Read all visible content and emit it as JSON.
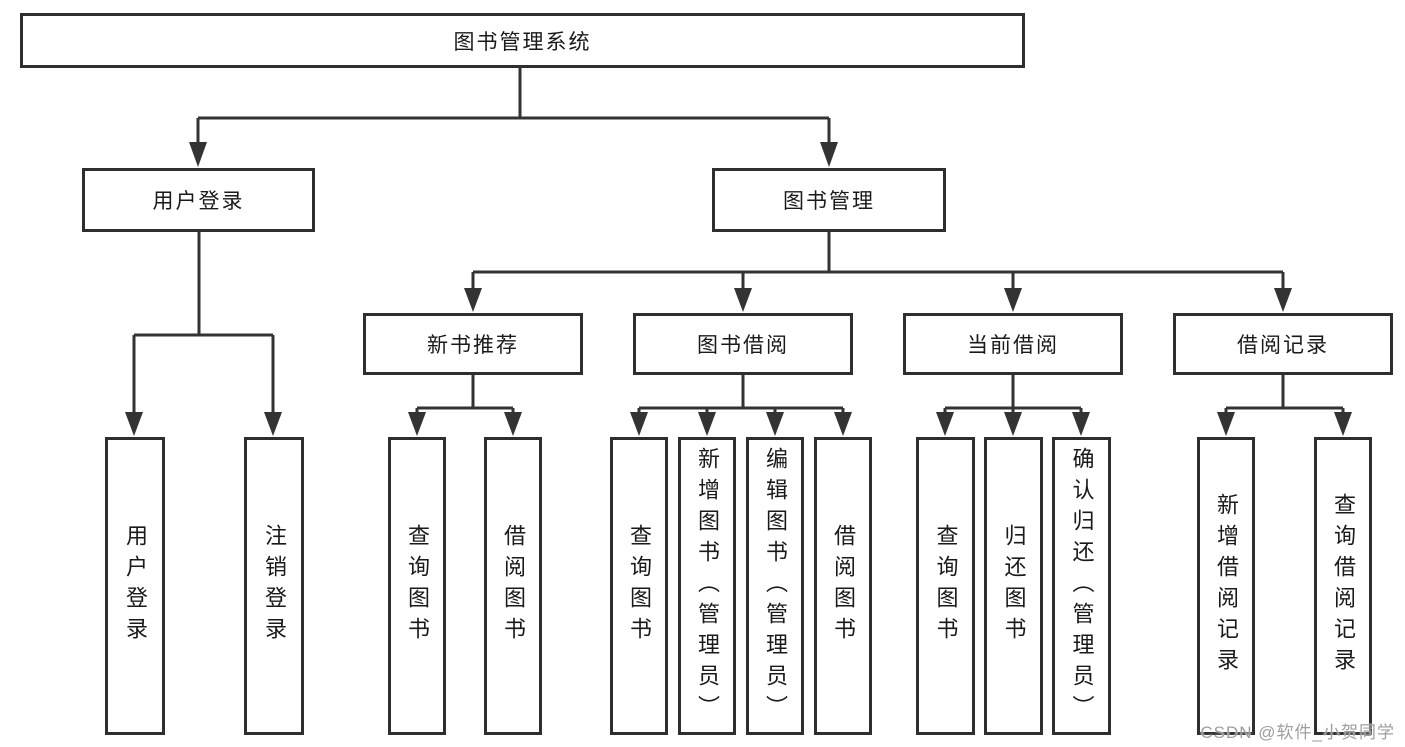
{
  "diagram": {
    "root": "图书管理系统",
    "branches": [
      {
        "label": "用户登录",
        "children": [
          {
            "label": "用户登录"
          },
          {
            "label": "注销登录"
          }
        ]
      },
      {
        "label": "图书管理",
        "children": [
          {
            "label": "新书推荐",
            "children": [
              {
                "label": "查询图书"
              },
              {
                "label": "借阅图书"
              }
            ]
          },
          {
            "label": "图书借阅",
            "children": [
              {
                "label": "查询图书"
              },
              {
                "label": "新增图书（管理员）"
              },
              {
                "label": "编辑图书（管理员）"
              },
              {
                "label": "借阅图书"
              }
            ]
          },
          {
            "label": "当前借阅",
            "children": [
              {
                "label": "查询图书"
              },
              {
                "label": "归还图书"
              },
              {
                "label": "确认归还（管理员）"
              }
            ]
          },
          {
            "label": "借阅记录",
            "children": [
              {
                "label": "新增借阅记录"
              },
              {
                "label": "查询借阅记录"
              }
            ]
          }
        ]
      }
    ]
  },
  "watermark": {
    "text": "CSDN @软件_小贺同学"
  },
  "colors": {
    "line": "#333333",
    "border": "#2e2e2e",
    "text": "#1a1a1a",
    "watermark": "#9e9e9e",
    "background": "#ffffff"
  }
}
